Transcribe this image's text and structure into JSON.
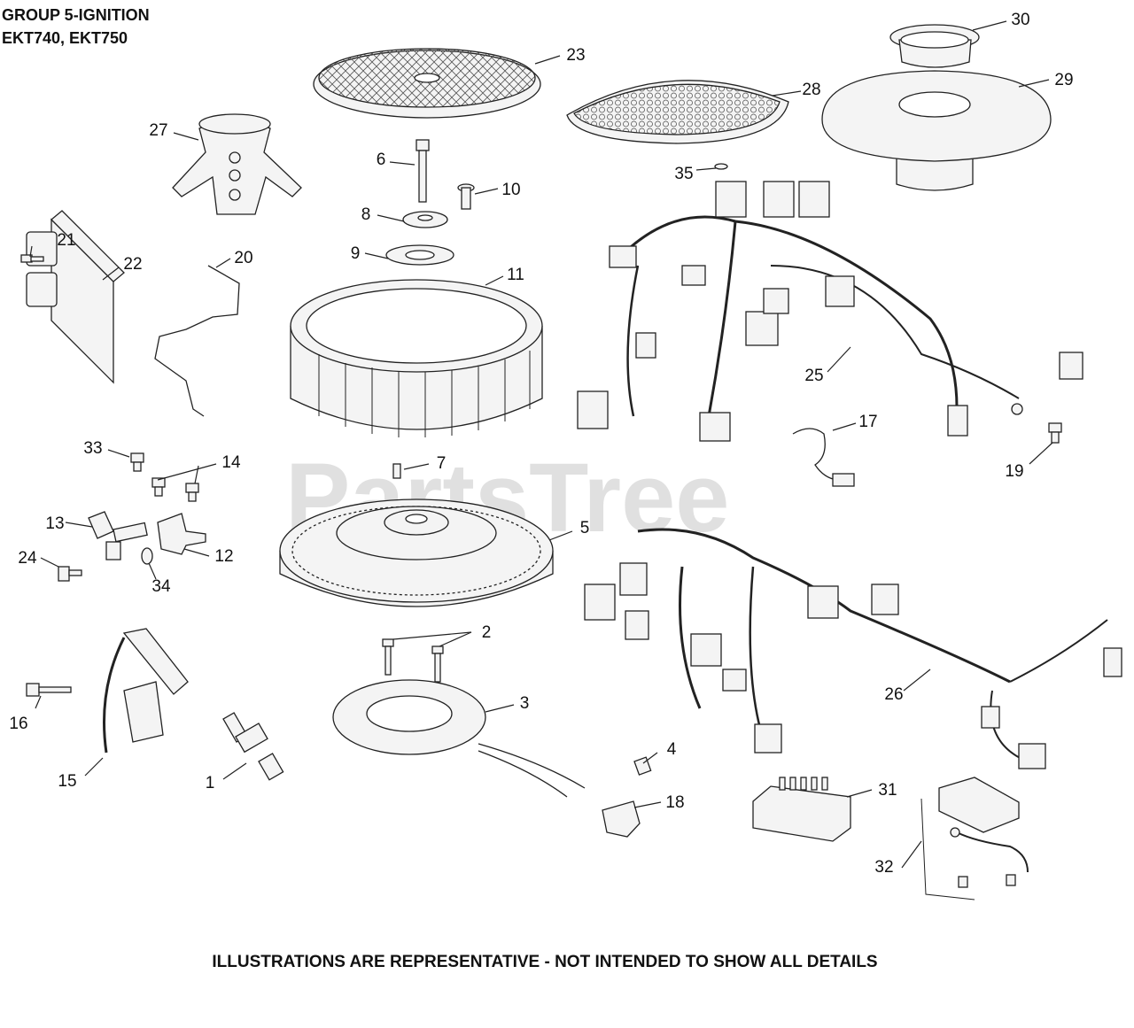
{
  "header": {
    "title_line1": "GROUP 5-IGNITION",
    "title_line2": "EKT740, EKT750"
  },
  "watermark": "PartsTree",
  "footer": {
    "note": "ILLUSTRATIONS ARE REPRESENTATIVE - NOT INTENDED TO SHOW ALL DETAILS"
  },
  "callouts": [
    "1",
    "2",
    "3",
    "4",
    "5",
    "6",
    "7",
    "8",
    "9",
    "10",
    "11",
    "12",
    "13",
    "14",
    "15",
    "16",
    "17",
    "18",
    "19",
    "20",
    "21",
    "22",
    "23",
    "24",
    "25",
    "26",
    "27",
    "28",
    "29",
    "30",
    "31",
    "32",
    "33",
    "34",
    "35"
  ],
  "colors": {
    "line": "#222222",
    "fill": "#f4f4f4",
    "watermark": "#d9d9d9"
  }
}
